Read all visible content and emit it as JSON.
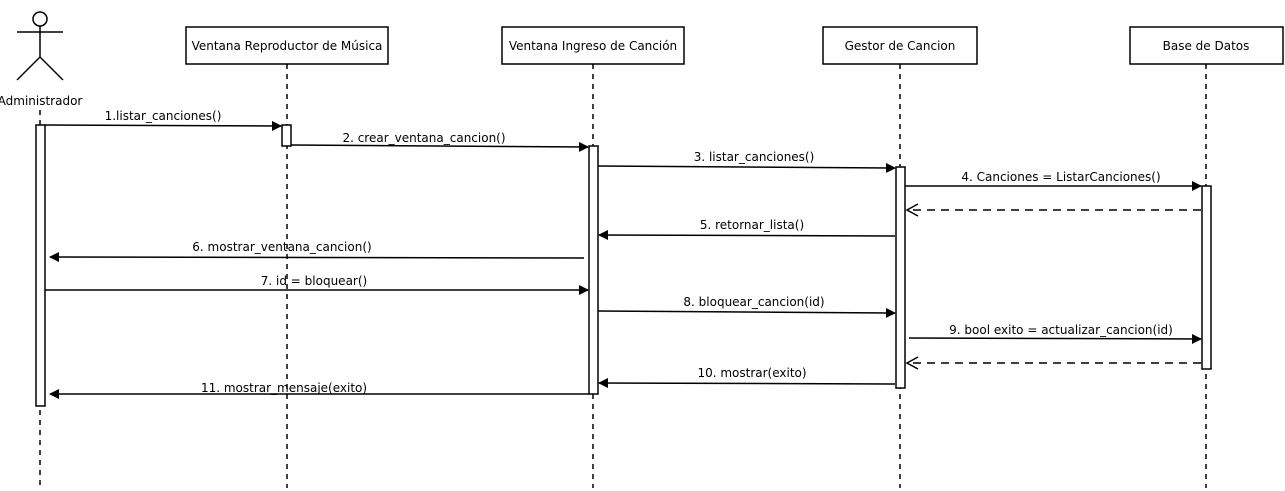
{
  "actor": {
    "label": "Administrador"
  },
  "participants": [
    {
      "id": "ventana-reproductor",
      "label": "Ventana Reproductor de Música"
    },
    {
      "id": "ventana-ingreso",
      "label": "Ventana Ingreso de Canción"
    },
    {
      "id": "gestor-cancion",
      "label": "Gestor de Cancion"
    },
    {
      "id": "base-datos",
      "label": "Base de Datos"
    }
  ],
  "messages": [
    {
      "label": "1.listar_canciones()",
      "kind": "call"
    },
    {
      "label": "2. crear_ventana_cancion()",
      "kind": "call"
    },
    {
      "label": "3. listar_canciones()",
      "kind": "call"
    },
    {
      "label": "4. Canciones = ListarCanciones()",
      "kind": "call"
    },
    {
      "label": "",
      "kind": "return"
    },
    {
      "label": "5. retornar_lista()",
      "kind": "call"
    },
    {
      "label": "6. mostrar_ventana_cancion()",
      "kind": "call"
    },
    {
      "label": "7. id = bloquear()",
      "kind": "call"
    },
    {
      "label": "8. bloquear_cancion(id)",
      "kind": "call"
    },
    {
      "label": "9. bool exito = actualizar_cancion(id)",
      "kind": "call"
    },
    {
      "label": "",
      "kind": "return"
    },
    {
      "label": "10. mostrar(exito)",
      "kind": "call"
    },
    {
      "label": "11. mostrar_mensaje(exito)",
      "kind": "call"
    }
  ],
  "colors": {
    "line": "#000000",
    "box_fill": "#ffffff"
  }
}
